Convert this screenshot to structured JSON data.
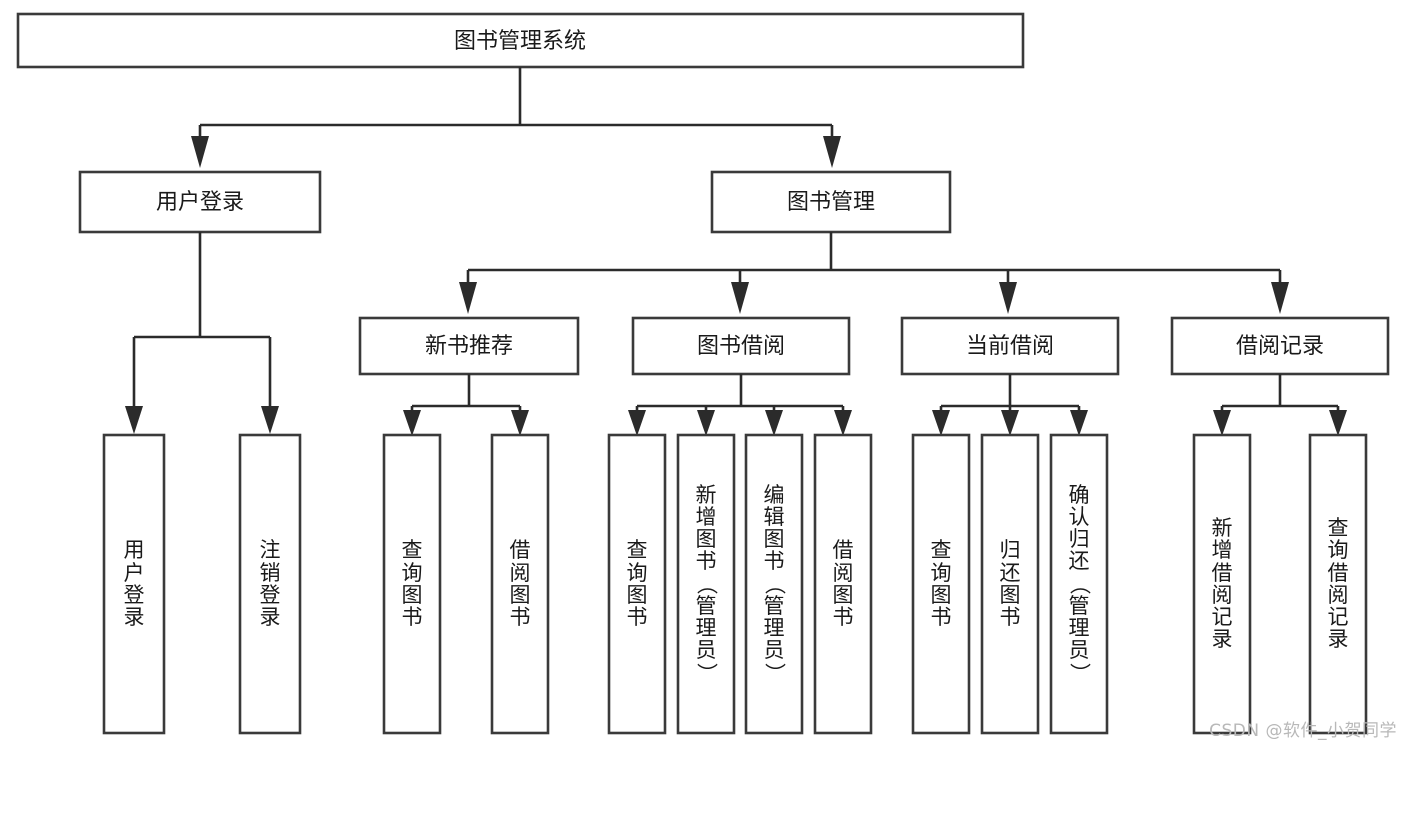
{
  "diagram": {
    "type": "tree",
    "title": "图书管理系统",
    "orientation": "top-down",
    "root": {
      "label": "图书管理系统"
    },
    "level2": [
      {
        "label": "用户登录"
      },
      {
        "label": "图书管理"
      }
    ],
    "level3": [
      {
        "label": "新书推荐"
      },
      {
        "label": "图书借阅"
      },
      {
        "label": "当前借阅"
      },
      {
        "label": "借阅记录"
      }
    ],
    "leaves": [
      {
        "label": "用户登录",
        "parent": "用户登录"
      },
      {
        "label": "注销登录",
        "parent": "用户登录"
      },
      {
        "label": "查询图书",
        "parent": "新书推荐"
      },
      {
        "label": "借阅图书",
        "parent": "新书推荐"
      },
      {
        "label": "查询图书",
        "parent": "图书借阅"
      },
      {
        "label": "新增图书（管理员）",
        "parent": "图书借阅"
      },
      {
        "label": "编辑图书（管理员）",
        "parent": "图书借阅"
      },
      {
        "label": "借阅图书",
        "parent": "图书借阅"
      },
      {
        "label": "查询图书",
        "parent": "当前借阅"
      },
      {
        "label": "归还图书",
        "parent": "当前借阅"
      },
      {
        "label": "确认归还（管理员）",
        "parent": "当前借阅"
      },
      {
        "label": "新增借阅记录",
        "parent": "借阅记录"
      },
      {
        "label": "查询借阅记录",
        "parent": "借阅记录"
      }
    ],
    "colors": {
      "box_stroke": "#3a3a3a",
      "box_fill": "#ffffff",
      "connector": "#2b2b2b",
      "text": "#1a1a1a",
      "background": "#ffffff",
      "watermark": "#b8b8b8"
    }
  },
  "watermark": {
    "text": "CSDN @软件_小贺同学"
  }
}
